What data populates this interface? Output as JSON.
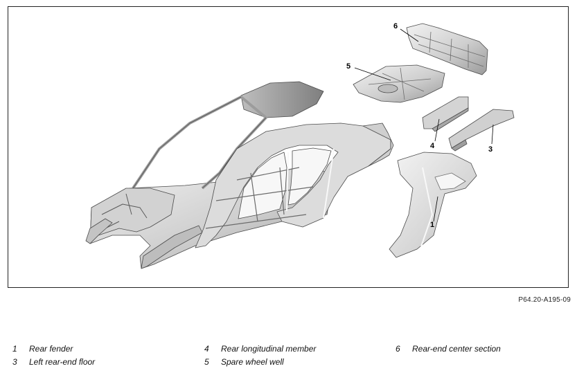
{
  "figure": {
    "code": "P64.20-A195-09",
    "callouts": [
      {
        "id": "6",
        "label": "6"
      },
      {
        "id": "5",
        "label": "5"
      },
      {
        "id": "4",
        "label": "4"
      },
      {
        "id": "3",
        "label": "3"
      },
      {
        "id": "1",
        "label": "1"
      }
    ]
  },
  "legend": {
    "items": [
      {
        "number": "1",
        "text": "Rear fender"
      },
      {
        "number": "3",
        "text": "Left rear-end floor"
      },
      {
        "number": "4",
        "text": "Rear longitudinal member"
      },
      {
        "number": "5",
        "text": "Spare wheel well"
      },
      {
        "number": "6",
        "text": "Rear-end center section"
      }
    ]
  },
  "colors": {
    "panel_light": "#e6e6e6",
    "panel_mid": "#c8c8c8",
    "panel_dark": "#8c8c8c",
    "outline": "#4a4a4a"
  }
}
